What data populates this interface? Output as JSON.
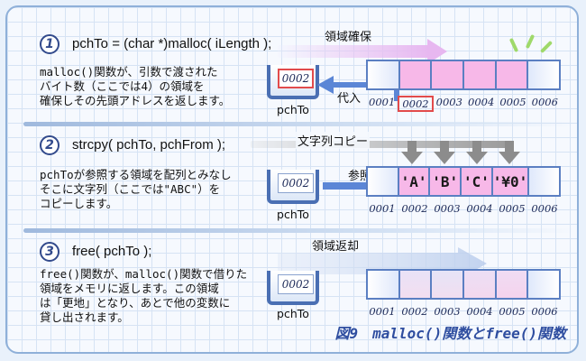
{
  "figure_title": "図9　malloc()関数とfree()関数",
  "memory_addresses": [
    "0001",
    "0002",
    "0003",
    "0004",
    "0005",
    "0006"
  ],
  "colors": {
    "accent": "#2f4ea0",
    "memory_border": "#5b7fc2",
    "allocated_fill": "#f7b8e8",
    "highlight_red": "#e24b4b",
    "copy_arrow_gray": "#8c8c8c"
  },
  "steps": [
    {
      "number": "1",
      "code": "pchTo = (char *)malloc( iLength );",
      "arrow_label": "領域確保",
      "assign_label": "代入",
      "description": [
        "malloc()関数が、引数で渡された",
        "バイト数（ここでは4）の領域を",
        "確保しその先頭アドレスを返します。"
      ],
      "pointer_name": "pchTo",
      "pointer_value": "0002",
      "cells": [
        "",
        "",
        "",
        "",
        "",
        ""
      ]
    },
    {
      "number": "2",
      "code": "strcpy( pchTo, pchFrom );",
      "arrow_label": "文字列コピー",
      "ref_label": "参照",
      "description": [
        "pchToが参照する領域を配列とみなし",
        "そこに文字列（ここでは\"ABC\"）を",
        "コピーします。"
      ],
      "pointer_name": "pchTo",
      "pointer_value": "0002",
      "cells": [
        "",
        "'A'",
        "'B'",
        "'C'",
        "'¥0'",
        ""
      ]
    },
    {
      "number": "3",
      "code": "free( pchTo );",
      "arrow_label": "領域返却",
      "description": [
        "free()関数が、malloc()関数で借りた",
        "領域をメモリに返します。この領域",
        "は「更地」となり、あとで他の変数に",
        "貸し出されます。"
      ],
      "pointer_name": "pchTo",
      "pointer_value": "0002",
      "cells": [
        "",
        "",
        "",
        "",
        "",
        ""
      ]
    }
  ]
}
